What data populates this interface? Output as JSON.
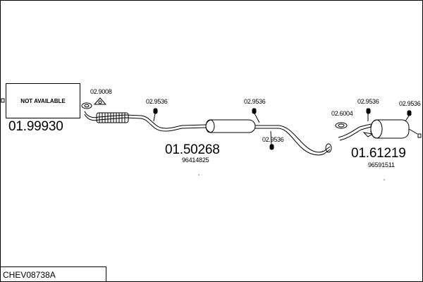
{
  "diagram": {
    "assembly_code": "CHEV08738A",
    "not_available_text": "NOT AVAILABLE",
    "sections": [
      {
        "part_number": "01.99930"
      },
      {
        "part_number": "01.50268",
        "oem_number": "96414825"
      },
      {
        "part_number": "01.61219",
        "oem_number": "96591511"
      }
    ],
    "accessories": [
      {
        "code": "02.9008"
      },
      {
        "code": "02.9536"
      },
      {
        "code": "02.9536"
      },
      {
        "code": "02.9536"
      },
      {
        "code": "02.6004"
      },
      {
        "code": "02.9536"
      },
      {
        "code": "02.9536"
      }
    ]
  }
}
